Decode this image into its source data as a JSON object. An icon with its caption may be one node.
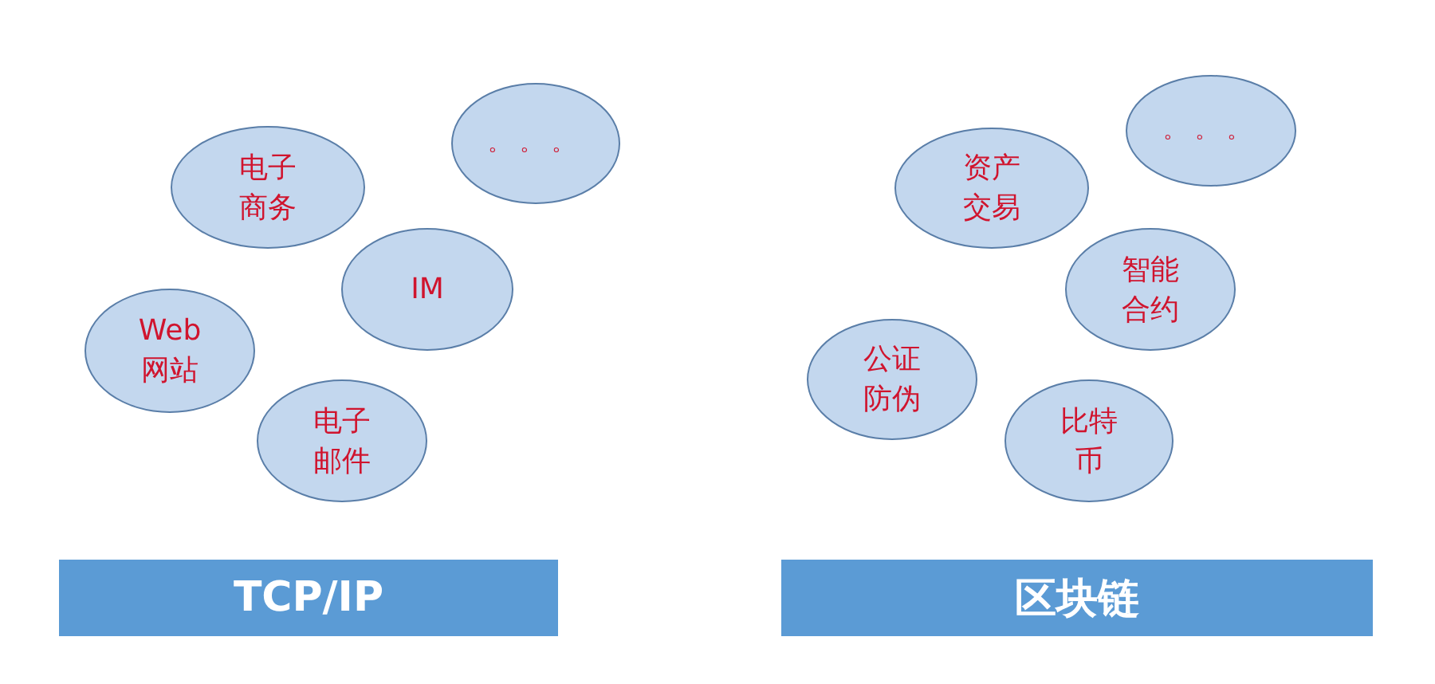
{
  "diagram": {
    "nodes": [
      {
        "text": [
          "。。。"
        ]
      },
      {
        "text": [
          "电子商务"
        ]
      },
      {
        "text": [
          "IM"
        ]
      },
      {
        "text": [
          "Web网站"
        ]
      },
      {
        "text": [
          "电子邮件"
        ]
      },
      {
        "text": [
          "TCP/IP"
        ]
      },
      {
        "text": [
          "。。。"
        ]
      },
      {
        "text": [
          "资产交易"
        ]
      },
      {
        "text": [
          "智能合约"
        ]
      },
      {
        "text": [
          "公证防伪"
        ]
      },
      {
        "text": [
          "比特币"
        ]
      },
      {
        "text": [
          "区块链"
        ]
      }
    ]
  }
}
